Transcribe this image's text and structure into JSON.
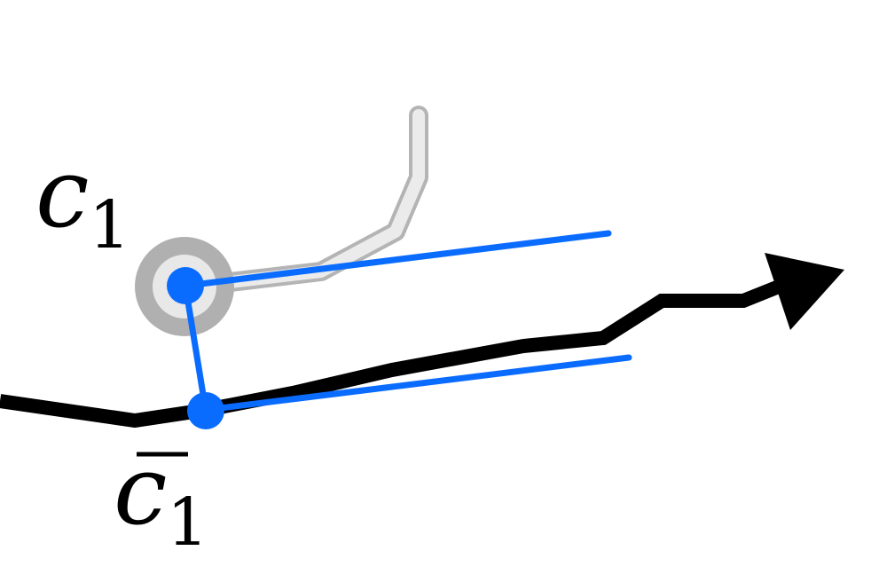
{
  "labels": {
    "c1": {
      "base": "c",
      "sub": "1"
    },
    "c1_bar": {
      "base": "c",
      "sub": "1"
    }
  },
  "colors": {
    "trajectory": "#000000",
    "ghost_path_fill": "#ebebeb",
    "ghost_path_outline": "#b4b4b4",
    "ring": "#b0b0b0",
    "ring_inner": "#e8e8e8",
    "connector": "#0a6cff"
  }
}
